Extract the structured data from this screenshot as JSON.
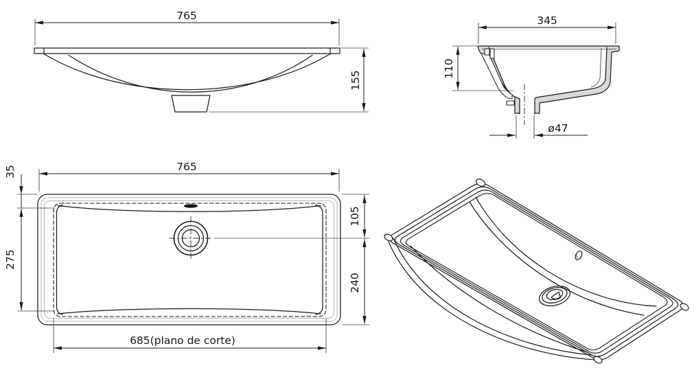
{
  "views": {
    "front_elevation": {
      "dims": {
        "width": "765",
        "height": "155"
      }
    },
    "side_section": {
      "dims": {
        "depth": "345",
        "inner_depth": "110",
        "drain_diameter": "ø47"
      }
    },
    "plan": {
      "dims": {
        "width": "765",
        "rim_to_bowl": "35",
        "bowl_length": "275",
        "top_to_drain": "105",
        "drain_to_bottom": "240",
        "cutout": "685(plano de corte)"
      }
    },
    "isometric": {}
  },
  "colors": {
    "line": "#1a1a1a",
    "extension_line": "#3c3c3c",
    "section_fill": "#d8d8d8",
    "rim_gray": "#b3b3b3",
    "background": "#ffffff"
  }
}
